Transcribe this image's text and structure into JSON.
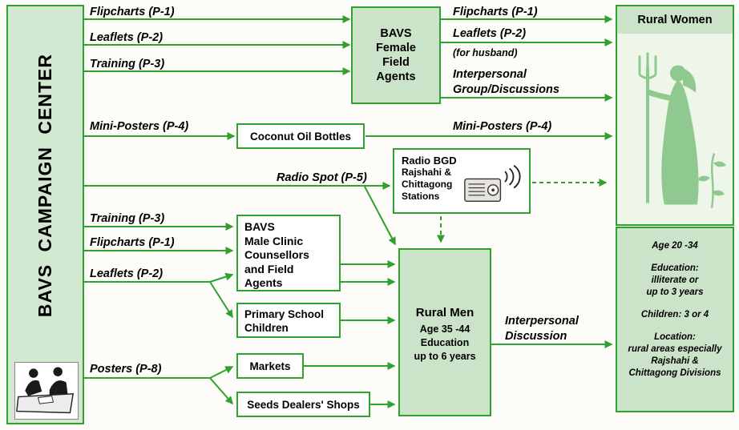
{
  "colors": {
    "arrow_green": "#2ea12e",
    "panel_green": "#cbe4c9",
    "left_bar_green": "#d2e8d0",
    "illustration_green": "#90c98f"
  },
  "left_panel": {
    "title": "BAVS CAMPAIGN CENTER"
  },
  "labels": {
    "flipcharts_p1_top": "Flipcharts (P-1)",
    "leaflets_p2_top": "Leaflets (P-2)",
    "training_p3_top": "Training (P-3)",
    "mini_posters_p4_left": "Mini-Posters (P-4)",
    "radio_spot_p5": "Radio Spot (P-5)",
    "training_p3_mid": "Training (P-3)",
    "flipcharts_p1_mid": "Flipcharts (P-1)",
    "leaflets_p2_mid": "Leaflets (P-2)",
    "posters_p8": "Posters (P-8)",
    "flipcharts_p1_right": "Flipcharts (P-1)",
    "leaflets_p2_right": "Leaflets (P-2)",
    "for_husband": "(for husband)",
    "interpersonal": "Interpersonal",
    "group_discussions": "Group/Discussions",
    "mini_posters_p4_right": "Mini-Posters (P-4)",
    "interpersonal_2": "Interpersonal",
    "discussion": "Discussion"
  },
  "boxes": {
    "female_agents": [
      "BAVS",
      "Female",
      "Field",
      "Agents"
    ],
    "coconut": "Coconut Oil Bottles",
    "radio": [
      "Radio BGD",
      "Rajshahi &",
      "Chittagong",
      "Stations"
    ],
    "male_agents": [
      "BAVS",
      "Male Clinic",
      "Counsellors",
      "and Field",
      "Agents"
    ],
    "primary_school": [
      "Primary School",
      "Children"
    ],
    "markets": "Markets",
    "seeds": "Seeds Dealers' Shops",
    "rural_men": {
      "title": "Rural Men",
      "age": "Age 35 -44",
      "edu1": "Education",
      "edu2": "up to 6 years"
    },
    "rural_women_title": "Rural Women"
  },
  "profile": {
    "p1": "Age 20 -34",
    "p2": [
      "Education:",
      "illiterate or",
      "up to 3 years"
    ],
    "p3": "Children: 3 or 4",
    "p4": [
      "Location:",
      "rural areas especially",
      "Rajshahi &",
      "Chittagong Divisions"
    ]
  }
}
